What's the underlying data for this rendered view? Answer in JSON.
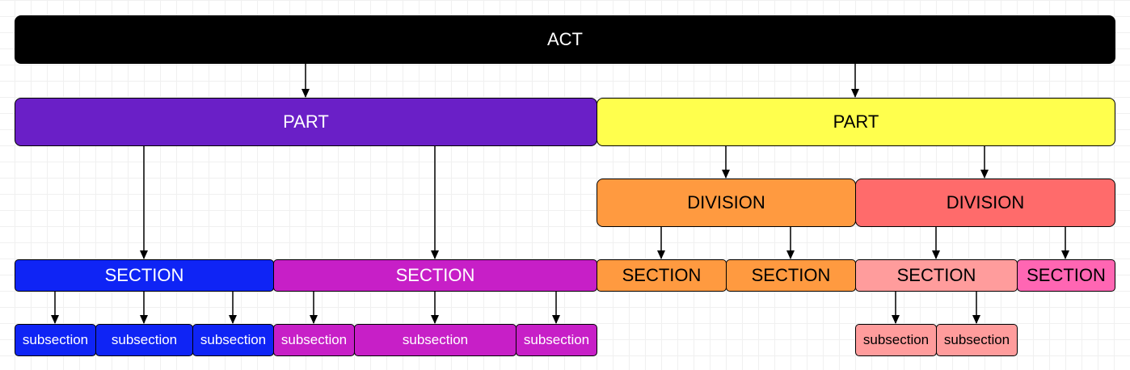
{
  "nodes": [
    {
      "id": "act",
      "label": "ACT",
      "fill": "#000000",
      "text": "#ffffff"
    },
    {
      "id": "part-left",
      "label": "PART",
      "fill": "#6a1fc7",
      "text": "#ffffff"
    },
    {
      "id": "part-right",
      "label": "PART",
      "fill": "#ffff4d",
      "text": "#000000"
    },
    {
      "id": "division-left",
      "label": "DIVISION",
      "fill": "#ff9a40",
      "text": "#000000"
    },
    {
      "id": "division-right",
      "label": "DIVISION",
      "fill": "#ff6b6b",
      "text": "#000000"
    },
    {
      "id": "section-1",
      "label": "SECTION",
      "fill": "#0f24f5",
      "text": "#ffffff"
    },
    {
      "id": "section-2",
      "label": "SECTION",
      "fill": "#c71fc7",
      "text": "#ffffff"
    },
    {
      "id": "section-3",
      "label": "SECTION",
      "fill": "#ff9a40",
      "text": "#000000"
    },
    {
      "id": "section-4",
      "label": "SECTION",
      "fill": "#ff9a40",
      "text": "#000000"
    },
    {
      "id": "section-5",
      "label": "SECTION",
      "fill": "#ff9c9c",
      "text": "#000000"
    },
    {
      "id": "section-6",
      "label": "SECTION",
      "fill": "#ff66b3",
      "text": "#000000"
    },
    {
      "id": "subsection-1",
      "label": "subsection",
      "fill": "#0f24f5",
      "text": "#ffffff"
    },
    {
      "id": "subsection-2",
      "label": "subsection",
      "fill": "#0f24f5",
      "text": "#ffffff"
    },
    {
      "id": "subsection-3",
      "label": "subsection",
      "fill": "#0f24f5",
      "text": "#ffffff"
    },
    {
      "id": "subsection-4",
      "label": "subsection",
      "fill": "#c71fc7",
      "text": "#ffffff"
    },
    {
      "id": "subsection-5",
      "label": "subsection",
      "fill": "#c71fc7",
      "text": "#ffffff"
    },
    {
      "id": "subsection-6",
      "label": "subsection",
      "fill": "#c71fc7",
      "text": "#ffffff"
    },
    {
      "id": "subsection-7",
      "label": "subsection",
      "fill": "#ff9c9c",
      "text": "#000000"
    },
    {
      "id": "subsection-8",
      "label": "subsection",
      "fill": "#ff9c9c",
      "text": "#000000"
    }
  ],
  "edges": [
    {
      "from": "act",
      "to": "part-left"
    },
    {
      "from": "act",
      "to": "part-right"
    },
    {
      "from": "part-left",
      "to": "section-1"
    },
    {
      "from": "part-left",
      "to": "section-2"
    },
    {
      "from": "part-right",
      "to": "division-left"
    },
    {
      "from": "part-right",
      "to": "division-right"
    },
    {
      "from": "division-left",
      "to": "section-3"
    },
    {
      "from": "division-left",
      "to": "section-4"
    },
    {
      "from": "division-right",
      "to": "section-5"
    },
    {
      "from": "division-right",
      "to": "section-6"
    },
    {
      "from": "section-1",
      "to": "subsection-1"
    },
    {
      "from": "section-1",
      "to": "subsection-2"
    },
    {
      "from": "section-1",
      "to": "subsection-3"
    },
    {
      "from": "section-2",
      "to": "subsection-4"
    },
    {
      "from": "section-2",
      "to": "subsection-5"
    },
    {
      "from": "section-2",
      "to": "subsection-6"
    },
    {
      "from": "section-5",
      "to": "subsection-7"
    },
    {
      "from": "section-5",
      "to": "subsection-8"
    }
  ]
}
